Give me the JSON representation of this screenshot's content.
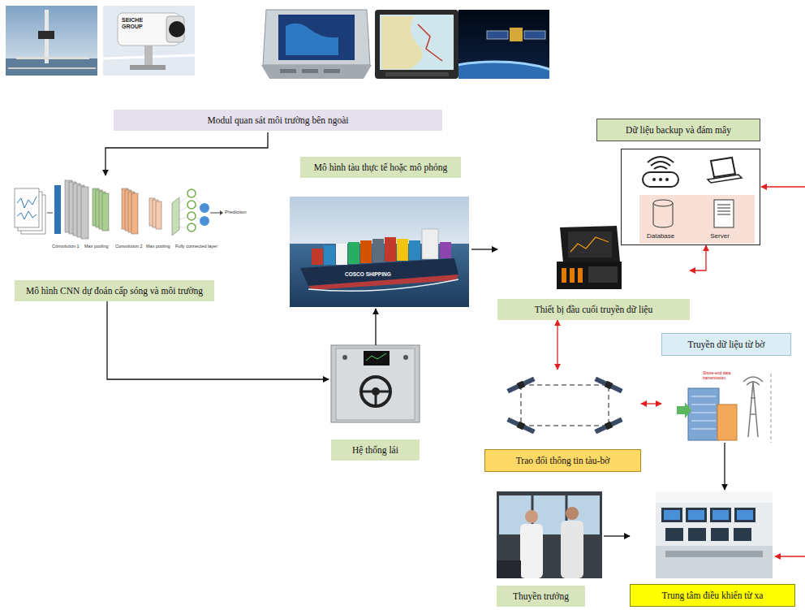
{
  "diagram": {
    "nodes": [
      {
        "text": [
          "Modul quan sát môi trường bên ngoài"
        ]
      },
      {
        "text": [
          "Mô hình CNN dự đoán cấp sóng và môi trường"
        ]
      },
      {
        "text": [
          "Mô hình tàu thực tế hoặc mô phỏng"
        ]
      },
      {
        "text": [
          "Hệ thống lái"
        ]
      },
      {
        "text": [
          "Dữ liệu backup và đám mây"
        ]
      },
      {
        "text": [
          "Database",
          "Server"
        ]
      },
      {
        "text": [
          "Thiết bị đầu cuối truyền dữ liệu"
        ]
      },
      {
        "text": [
          "Truyền dữ liệu từ bờ"
        ]
      },
      {
        "text": [
          "Trao đổi thông tin tàu-bờ"
        ]
      },
      {
        "text": [
          "Thuyền trưởng"
        ]
      },
      {
        "text": [
          "Trung tâm điều khiển từ xa"
        ]
      }
    ],
    "edges": [
      {
        "from": 0,
        "to": 1,
        "arrow": "to"
      },
      {
        "from": 1,
        "to": 3,
        "arrow": "to"
      },
      {
        "from": 3,
        "to": 2,
        "arrow": "to"
      },
      {
        "from": 2,
        "to": 6,
        "arrow": "to"
      },
      {
        "from": 6,
        "to": 5,
        "arrow": "both"
      },
      {
        "from": 6,
        "to": 8,
        "arrow": "both"
      },
      {
        "from": 8,
        "to": 7,
        "arrow": "both"
      },
      {
        "from": 7,
        "to": 10,
        "arrow": "to"
      },
      {
        "from": 9,
        "to": 10,
        "arrow": "to"
      }
    ],
    "labels": [
      "SEICHE GROUP",
      "Convolution 1",
      "Max pooling",
      "Convolution 2",
      "Max pooling",
      "Fully connected layer",
      "Prediction",
      "COSCO SHIPPING",
      "Shore-end data transmission"
    ]
  }
}
